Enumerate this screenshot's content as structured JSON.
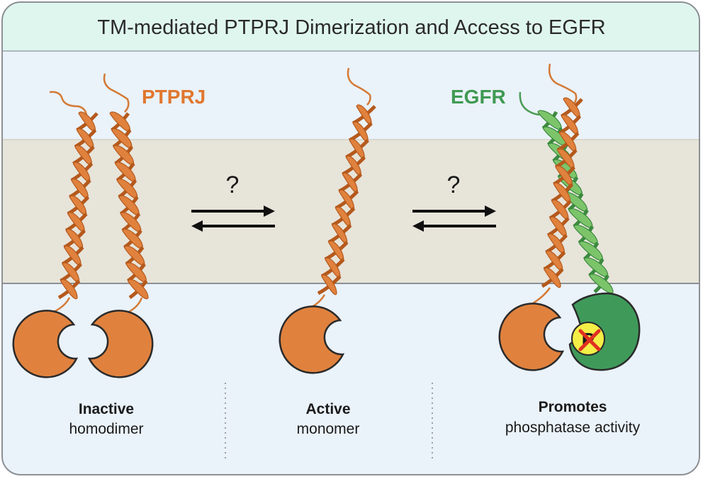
{
  "title": "TM-mediated PTPRJ Dimerization and Access to EGFR",
  "labels": {
    "ptprj": "PTPRJ",
    "egfr": "EGFR",
    "question_1": "?",
    "question_2": "?",
    "phospho": "P"
  },
  "panels": [
    {
      "heading": "Inactive",
      "subtext": "homodimer"
    },
    {
      "heading": "Active",
      "subtext": "monomer"
    },
    {
      "heading": "Promotes",
      "subtext": "phosphatase activity"
    }
  ],
  "colors": {
    "header_bg": "#dff6ee",
    "body_bg": "#eaf2fa",
    "membrane": "#e7e4da",
    "ptprj": "#e0823e",
    "ptprj_dark": "#b5591c",
    "egfr": "#4a9a55",
    "egfr_light": "#7cc46a",
    "phospho_circle": "#f4ee47",
    "cross": "#e03020",
    "text_ptprj": "#e0772f",
    "text_egfr": "#3f9a52"
  }
}
